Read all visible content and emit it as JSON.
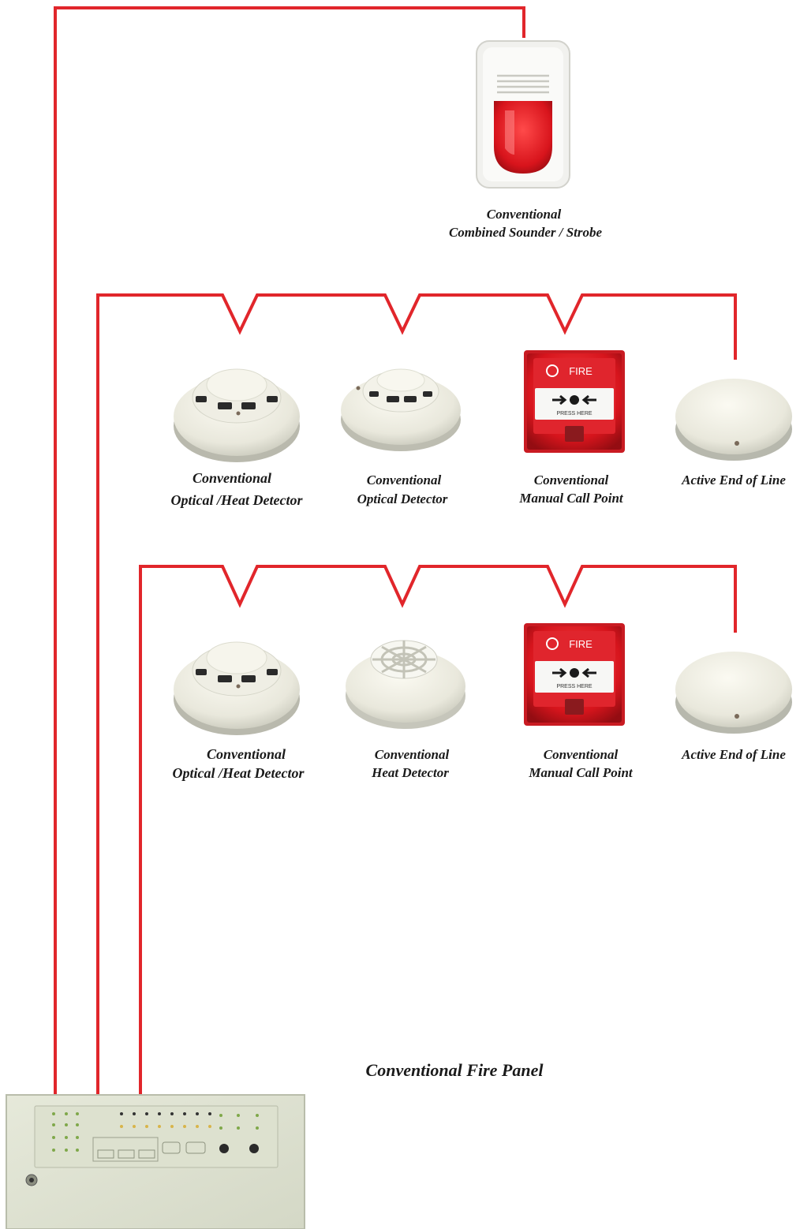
{
  "colors": {
    "wire": "#e1262b",
    "device_white": "#ecebe0",
    "call_point_red": "#d71f26",
    "panel": "#e0e4d4"
  },
  "devices": {
    "sounder": {
      "icon": "sounder-strobe-icon",
      "line1": "Conventional",
      "line2": "Combined Sounder / Strobe"
    },
    "zone1": [
      {
        "icon": "optical-heat-detector-icon",
        "line1": "Conventional",
        "line2": "Optical /Heat Detector"
      },
      {
        "icon": "optical-detector-icon",
        "line1": "Conventional",
        "line2": "Optical Detector"
      },
      {
        "icon": "manual-call-point-icon",
        "line1": "Conventional",
        "line2": "Manual Call Point",
        "device_text": "FIRE",
        "press_text": "PRESS HERE"
      },
      {
        "icon": "end-of-line-icon",
        "line1": "Active End of Line"
      }
    ],
    "zone2": [
      {
        "icon": "optical-heat-detector-icon",
        "line1": "Conventional",
        "line2": "Optical /Heat Detector"
      },
      {
        "icon": "heat-detector-icon",
        "line1": "Conventional",
        "line2": "Heat Detector"
      },
      {
        "icon": "manual-call-point-icon",
        "line1": "Conventional",
        "line2": "Manual Call Point",
        "device_text": "FIRE",
        "press_text": "PRESS HERE"
      },
      {
        "icon": "end-of-line-icon",
        "line1": "Active End of Line"
      }
    ]
  },
  "panel": {
    "icon": "fire-panel-icon",
    "label": "Conventional Fire Panel"
  }
}
